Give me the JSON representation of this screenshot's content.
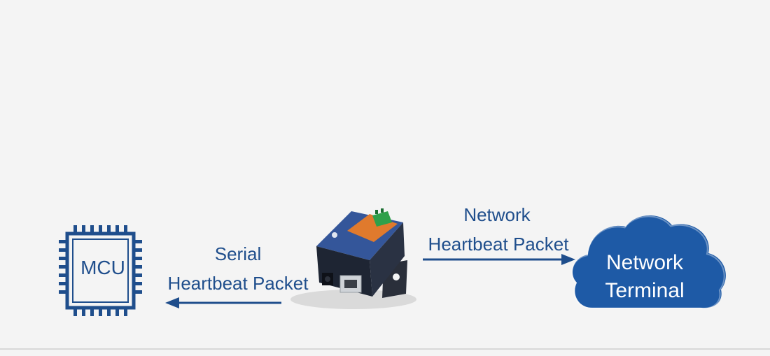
{
  "mcu": {
    "label": "MCU"
  },
  "serial": {
    "line1": "Serial",
    "line2": "Heartbeat Packet"
  },
  "network": {
    "line1": "Network",
    "line2": "Heartbeat Packet"
  },
  "cloud": {
    "line1": "Network",
    "line2": "Terminal"
  },
  "colors": {
    "accent": "#1f4e8c",
    "cloud": "#1e5aa6",
    "device_body": "#2d4f8e",
    "device_label": "#e07a2d",
    "terminal_block": "#2fa04a"
  }
}
